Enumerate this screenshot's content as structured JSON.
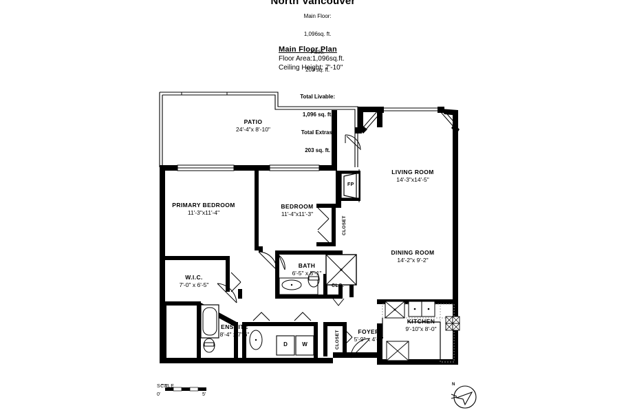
{
  "header": {
    "title": "North Vancouver",
    "stats": [
      {
        "k1": "Main Floor:",
        "v1": "1,096sq. ft.",
        "k2": "Patio:",
        "v2": "203 sq. ft.",
        "bold": false
      },
      {
        "k1": "Total Livable:",
        "v1": "1,096 sq. ft.",
        "k2": "Total Extras:",
        "v2": "203 sq. ft.",
        "bold": true
      }
    ]
  },
  "plan_title_block": {
    "title": "Main Floor Plan",
    "floor_area": "Floor Area:1,096sq.ft.",
    "ceiling_height": "Ceiling Height: 7'-10\""
  },
  "rooms": [
    {
      "name": "PATIO",
      "dim": "24'-4\"x 8'-10\""
    },
    {
      "name": "LIVING ROOM",
      "dim": "14'-3\"x14'-5\""
    },
    {
      "name": "DINING ROOM",
      "dim": "14'-2\"x  9'-2\""
    },
    {
      "name": "PRIMARY BEDROOM",
      "dim": "11'-3\"x11'-4\""
    },
    {
      "name": "BEDROOM",
      "dim": "11'-4\"x11'-3\""
    },
    {
      "name": "W.I.C.",
      "dim": "7'-0\" x  6'-5\""
    },
    {
      "name": "BATH",
      "dim": "6'-5\" x  5'-1\""
    },
    {
      "name": "ENSUITE",
      "dim": "8'-4\" x 7'-6\""
    },
    {
      "name": "FOYER",
      "dim": "5'-9\" x  4'-2\""
    },
    {
      "name": "KITCHEN",
      "dim": "9'-10\"x  8'-0\""
    }
  ],
  "small_labels": {
    "fireplace": "FP",
    "bedroom_closet": "CLOSET",
    "hall_closet": "CLO.",
    "foyer_closet": "CLOSET",
    "dryer": "D",
    "washer": "W"
  },
  "scale": {
    "caption": "SCALE",
    "start": "0'",
    "end": "5'"
  },
  "compass": {
    "label": "N"
  },
  "colors": {
    "wall": "#000000",
    "thin_line": "#000000",
    "background": "#ffffff",
    "fixture_line": "#3a3a3a",
    "dashed": "#9a9a9a"
  }
}
